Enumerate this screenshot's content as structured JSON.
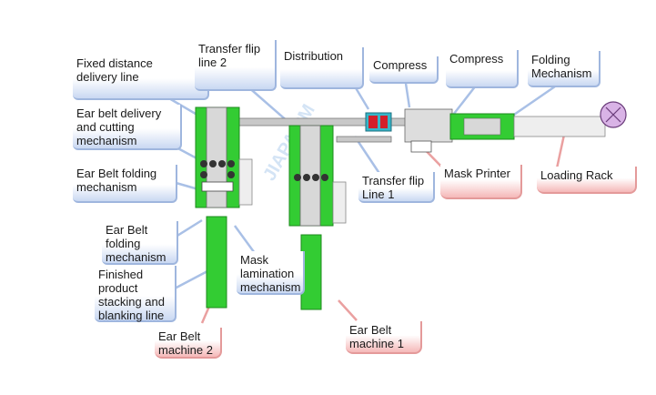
{
  "watermark": "JIAPAIPM",
  "colors": {
    "machine_green": "#33cc33",
    "machine_dark": "#1e8a1e",
    "conveyor_gray": "#c8c8c8",
    "accent_red": "#d41f2a",
    "accent_cyan": "#37b7c9",
    "callout_blue": "#c9d8f2",
    "callout_pink": "#f5b8b8"
  },
  "labels": {
    "fixed_distance": "Fixed distance\ndelivery line",
    "transfer_flip_2": "Transfer flip\nline 2",
    "distribution": "Distribution",
    "compress_1": "Compress",
    "compress_2": "Compress",
    "folding_mechanism": "Folding\nMechanism",
    "ear_belt_delivery": "Ear belt delivery\nand cutting\nmechanism",
    "ear_belt_folding_1": "Ear Belt folding\nmechanism",
    "ear_belt_folding_2": "Ear Belt\nfolding\nmechanism",
    "finished_product": "Finished\nproduct\nstacking and\nblanking line",
    "mask_lamination": "Mask\nlamination\nmechanism",
    "transfer_flip_1": "Transfer flip\nLine 1",
    "mask_printer": "Mask Printer",
    "loading_rack": "Loading Rack",
    "ear_belt_machine_2": "Ear Belt\nmachine 2",
    "ear_belt_machine_1": "Ear Belt\nmachine 1"
  }
}
